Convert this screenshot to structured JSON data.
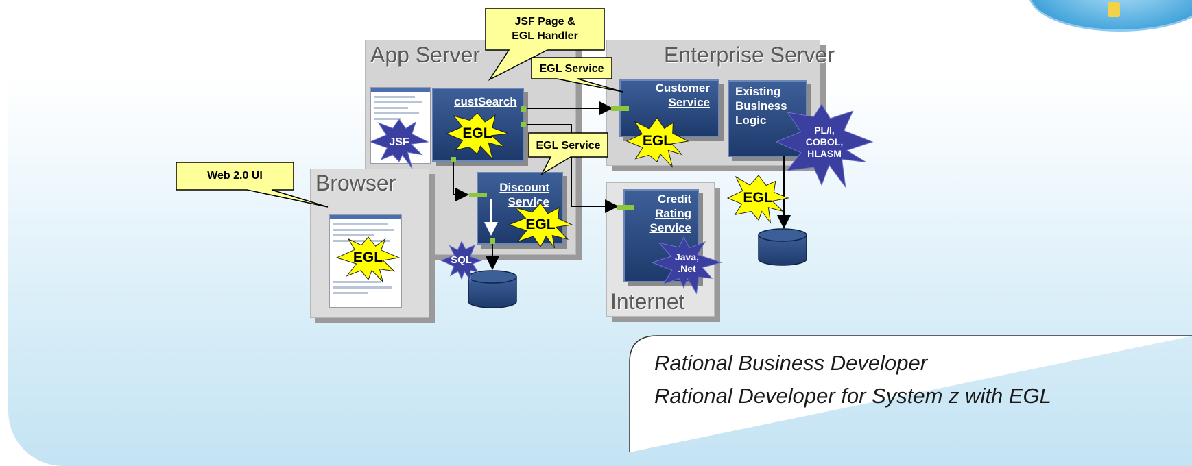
{
  "panels": {
    "app_server": "App Server",
    "enterprise_server": "Enterprise Server",
    "browser": "Browser",
    "internet": "Internet"
  },
  "services": {
    "cust_search": "custSearch",
    "customer_service": "Customer\nService",
    "existing_logic": "Existing\nBusiness\nLogic",
    "discount_service": "Discount\nService",
    "credit_rating": "Credit\nRating\nService"
  },
  "callouts": {
    "jsf_page": "JSF Page &\nEGL Handler",
    "egl_service_top": "EGL Service",
    "egl_service_mid": "EGL Service",
    "web_ui": "Web 2.0 UI"
  },
  "bursts": {
    "egl_cust": "EGL",
    "jsf": "JSF",
    "egl_customer": "EGL",
    "pli": "PL/I,\nCOBOL,\nHLASM",
    "egl_db": "EGL",
    "egl_discount": "EGL",
    "sql": "SQL",
    "egl_browser": "EGL",
    "java_net": "Java,\n.Net"
  },
  "products": {
    "line1": "Rational Business Developer",
    "line2": "Rational Developer for System z with EGL"
  },
  "colors": {
    "callout_fill": "#ffff99",
    "egl_burst": "#ffff00",
    "tech_burst": "#3b3f9f",
    "service_box": "#1e3a6c",
    "port": "#8ec63f",
    "panel": "#d4d4d4"
  }
}
